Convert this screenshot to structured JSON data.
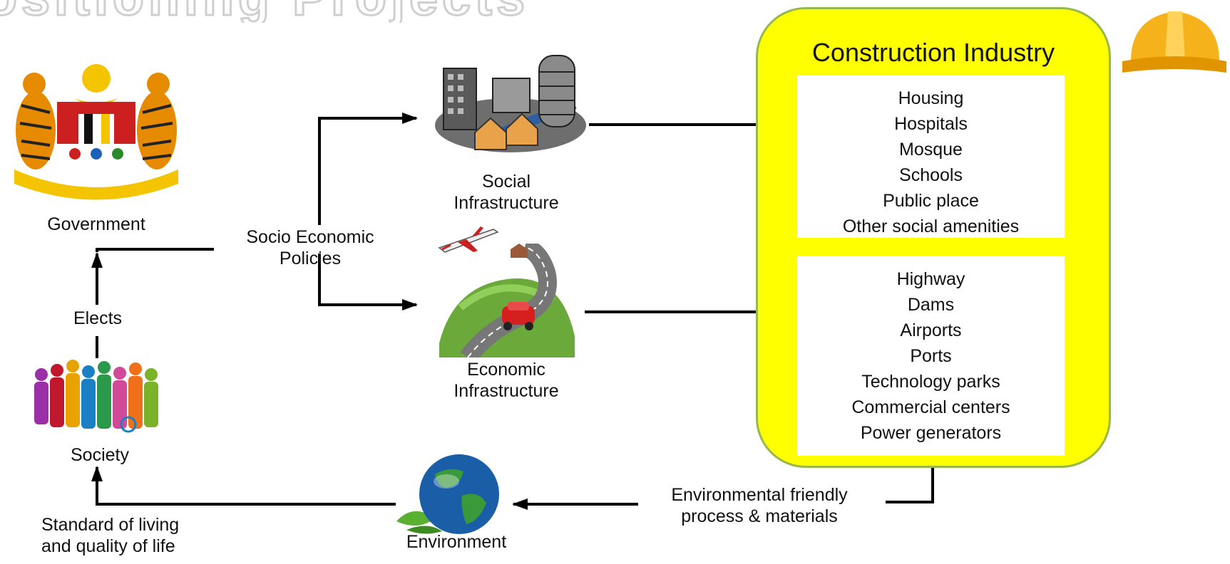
{
  "header_fragment": "ositioning Projects",
  "nodes": {
    "government": "Government",
    "socio_policies": "Socio Economic\nPolicies",
    "social_infra": "Social\nInfrastructure",
    "economic_infra": "Economic\nInfrastructure",
    "society": "Society",
    "environment": "Environment",
    "elects": "Elects",
    "standard": "Standard of living\nand quality of life",
    "env_friendly": "Environmental friendly\nprocess & materials"
  },
  "industry": {
    "title": "Construction Industry",
    "social_items": [
      "Housing",
      "Hospitals",
      "Mosque",
      "Schools",
      "Public place",
      "Other social amenities"
    ],
    "economic_items": [
      "Highway",
      "Dams",
      "Airports",
      "Ports",
      "Technology parks",
      "Commercial centers",
      "Power generators"
    ]
  },
  "colors": {
    "industry_fill": "#ffff00",
    "industry_border": "#98b84a",
    "line": "#000000",
    "helmet": "#f6b21b"
  },
  "icons": {
    "government": "coat-of-arms-icon",
    "social": "city-buildings-icon",
    "economic": "road-landscape-icon",
    "plane": "airplane-icon",
    "society": "people-crowd-icon",
    "environment": "globe-icon",
    "helmet": "hard-hat-icon"
  }
}
